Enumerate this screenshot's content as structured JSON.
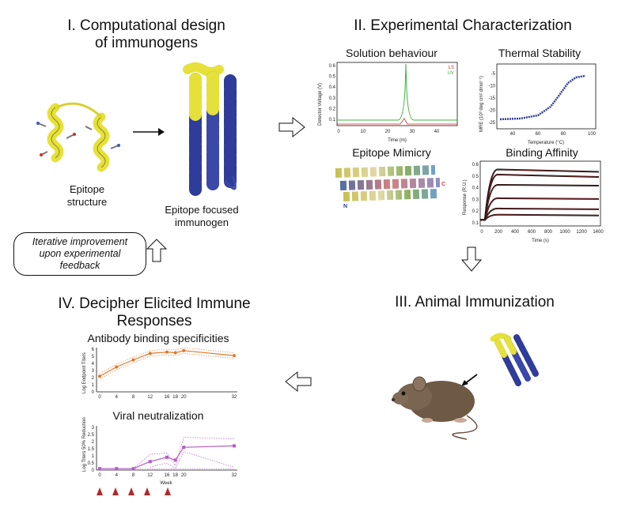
{
  "sections": {
    "design": {
      "title_line1": "I. Computational design",
      "title_line2": "of immunogens",
      "epitope_label_1": "Epitope",
      "epitope_label_2": "structure",
      "immunogen_label_1": "Epitope focused",
      "immunogen_label_2": "immunogen"
    },
    "characterization": {
      "title": "II. Experimental Characterization"
    },
    "immunization": {
      "title": "III. Animal Immunization"
    },
    "immune": {
      "title_line1": "IV. Decipher Elicited Immune",
      "title_line2": "Responses"
    }
  },
  "feedback": {
    "line1": "Iterative improvement",
    "line2": "upon experimental",
    "line3": "feedback"
  },
  "panels": {
    "solution": {
      "title": "Solution behaviour",
      "xlabel": "Time (m)",
      "ylabel": "Detector Voltage (V)",
      "legend_ls": "LS",
      "legend_uv": "UV",
      "yticks": [
        "0.6",
        "0.5",
        "0.4",
        "0.3",
        "0.2",
        "0.1"
      ],
      "xticks": [
        "0",
        "10",
        "20",
        "30",
        "40"
      ]
    },
    "thermal": {
      "title": "Thermal Stability",
      "xlabel": "Temperature (°C)",
      "ylabel": "MRE (10³ deg cm² dmol⁻¹)",
      "yticks": [
        "-5",
        "-10",
        "-15",
        "-20",
        "-25"
      ],
      "xticks": [
        "40",
        "60",
        "80",
        "100"
      ]
    },
    "mimicry": {
      "title": "Epitope Mimicry",
      "n_label": "N",
      "c_label": "C"
    },
    "binding": {
      "title": "Binding Affinity",
      "xlabel": "Time (s)",
      "ylabel": "Response (R.U.)",
      "yticks": [
        "0.6",
        "0.5",
        "0.4",
        "0.3",
        "0.2",
        "0.1"
      ],
      "xticks": [
        "0",
        "200",
        "400",
        "600",
        "800",
        "1000",
        "1200",
        "1400"
      ]
    },
    "antibody": {
      "title": "Antibody binding specificities",
      "ylabel": "Log Endpoint Titers",
      "yticks": [
        "6",
        "5",
        "4",
        "3",
        "2",
        "1",
        "0"
      ],
      "xticks": [
        "0",
        "4",
        "8",
        "12",
        "16",
        "18",
        "20",
        "32"
      ]
    },
    "viral": {
      "title": "Viral neutralization",
      "ylabel": "Log Titers 50% Reduction",
      "xlabel": "Week",
      "yticks": [
        "3",
        "2.5",
        "2",
        "1.5",
        "1",
        "0.5",
        "0"
      ],
      "xticks": [
        "0",
        "4",
        "8",
        "12",
        "16",
        "18",
        "20",
        "32"
      ]
    }
  },
  "colors": {
    "helix_yellow": "#e6e13a",
    "helix_blue": "#2e3c9a",
    "orange": "#e0782a",
    "purple": "#b35cc4",
    "red_marker": "#b0282a",
    "green_trace": "#3cb43c"
  }
}
